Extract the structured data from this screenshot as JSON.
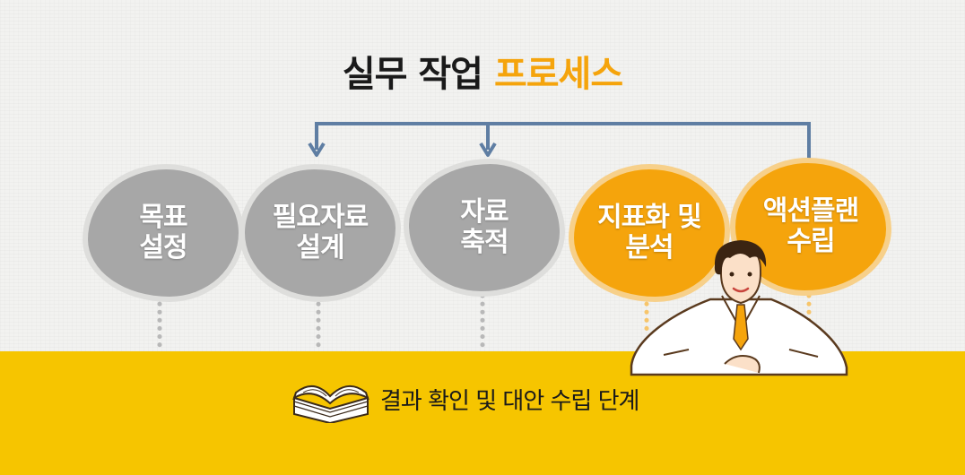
{
  "title": {
    "part1": "실무 작업",
    "part2": "프로세스"
  },
  "steps": [
    {
      "label": "목표\n설정",
      "color": "gray"
    },
    {
      "label": "필요자료\n설계",
      "color": "gray"
    },
    {
      "label": "자료\n축적",
      "color": "gray"
    },
    {
      "label": "지표화 및\n분석",
      "color": "orange"
    },
    {
      "label": "액션플랜\n수립",
      "color": "orange"
    }
  ],
  "footer": {
    "text": "결과 확인 및 대안 수립 단계"
  },
  "colors": {
    "accent": "#f5a40c",
    "gray_step": "#a7a7a7",
    "band": "#f6c500",
    "connector": "#5f7ea3"
  },
  "icons": [
    "open-book-icon",
    "businessman-illustration"
  ]
}
